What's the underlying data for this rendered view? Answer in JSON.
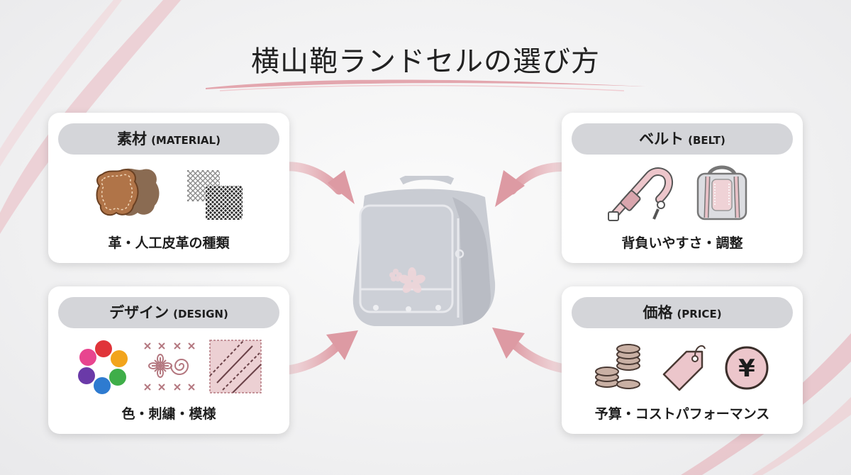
{
  "title": "横山鞄ランドセルの選び方",
  "cards": {
    "material": {
      "name": "素材",
      "name_en": "(MATERIAL)",
      "caption": "革・人工皮革の種類"
    },
    "belt": {
      "name": "ベルト",
      "name_en": "(BELT)",
      "caption": "背負いやすさ・調整"
    },
    "design": {
      "name": "デザイン",
      "name_en": "(DESIGN)",
      "caption": "色・刺繍・模様"
    },
    "price": {
      "name": "価格",
      "name_en": "(PRICE)",
      "caption": "予算・コストパフォーマンス"
    }
  },
  "icons": {
    "yen_symbol": "¥"
  },
  "colors": {
    "accent_pink": "#e3a6ae",
    "bag_gray": "#c9ccd3",
    "header_gray": "#d4d5d9"
  }
}
